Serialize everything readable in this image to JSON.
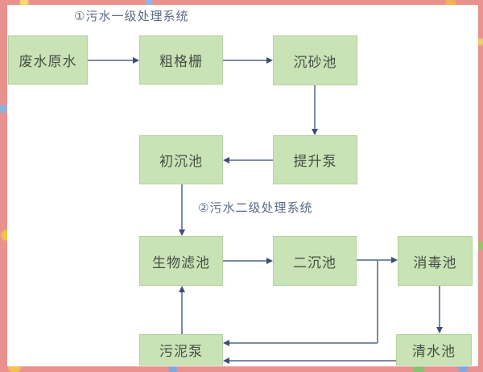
{
  "diagram": {
    "titles": [
      {
        "id": "primary-system",
        "text": "①污水一级处理系统"
      },
      {
        "id": "secondary-system",
        "text": "②污水二级处理系统"
      }
    ],
    "nodes": [
      {
        "id": "raw-wastewater",
        "label": "废水原水"
      },
      {
        "id": "coarse-screen",
        "label": "粗格栅"
      },
      {
        "id": "grit-chamber",
        "label": "沉砂池"
      },
      {
        "id": "primary-sedimentation",
        "label": "初沉池"
      },
      {
        "id": "lift-pump",
        "label": "提升泵"
      },
      {
        "id": "biological-filter",
        "label": "生物滤池"
      },
      {
        "id": "secondary-sedimentation",
        "label": "二沉池"
      },
      {
        "id": "disinfection-tank",
        "label": "消毒池"
      },
      {
        "id": "sludge-pump",
        "label": "污泥泵"
      },
      {
        "id": "clear-water-tank",
        "label": "清水池"
      }
    ],
    "edges": [
      {
        "from": "废水原水",
        "to": "粗格栅"
      },
      {
        "from": "粗格栅",
        "to": "沉砂池"
      },
      {
        "from": "沉砂池",
        "to": "提升泵"
      },
      {
        "from": "提升泵",
        "to": "初沉池"
      },
      {
        "from": "初沉池",
        "to": "生物滤池"
      },
      {
        "from": "生物滤池",
        "to": "二沉池"
      },
      {
        "from": "二沉池",
        "to": "消毒池"
      },
      {
        "from": "消毒池",
        "to": "清水池"
      },
      {
        "from": "二沉池",
        "to": "污泥泵"
      },
      {
        "from": "清水池",
        "to": "污泥泵"
      },
      {
        "from": "污泥泵",
        "to": "生物滤池"
      }
    ],
    "colors": {
      "node_fill": "#c9e3b6",
      "node_border": "#b3d29c",
      "line": "#7b8aa5",
      "arrowhead": "#3c4f72",
      "frame": "#e9928d",
      "title_text": "#5a6b84",
      "node_text": "#474f45"
    }
  }
}
